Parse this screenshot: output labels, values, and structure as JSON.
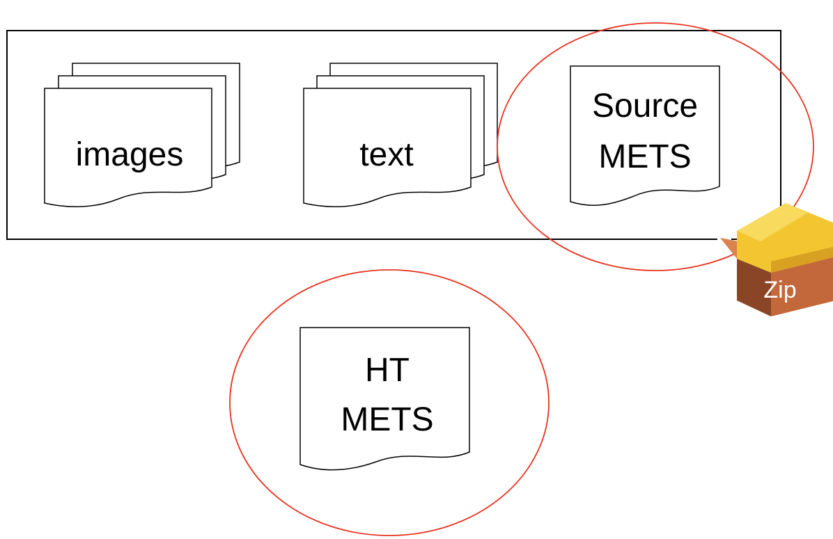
{
  "diagram": {
    "package": {
      "documents": {
        "images": {
          "label": "images"
        },
        "text": {
          "label": "text"
        },
        "source_mets": {
          "label_lines": [
            "Source",
            "METS"
          ]
        }
      }
    },
    "zip_badge": {
      "label": "Zip",
      "icon": "package-box-icon"
    },
    "ht_mets": {
      "label_lines": [
        "HT",
        "METS"
      ]
    },
    "colors": {
      "highlight_circle": "#e8321e",
      "outline": "#000000",
      "page_fill": "#ffffff",
      "box_tan": "#c2683a",
      "box_yellow": "#f2c531"
    }
  }
}
